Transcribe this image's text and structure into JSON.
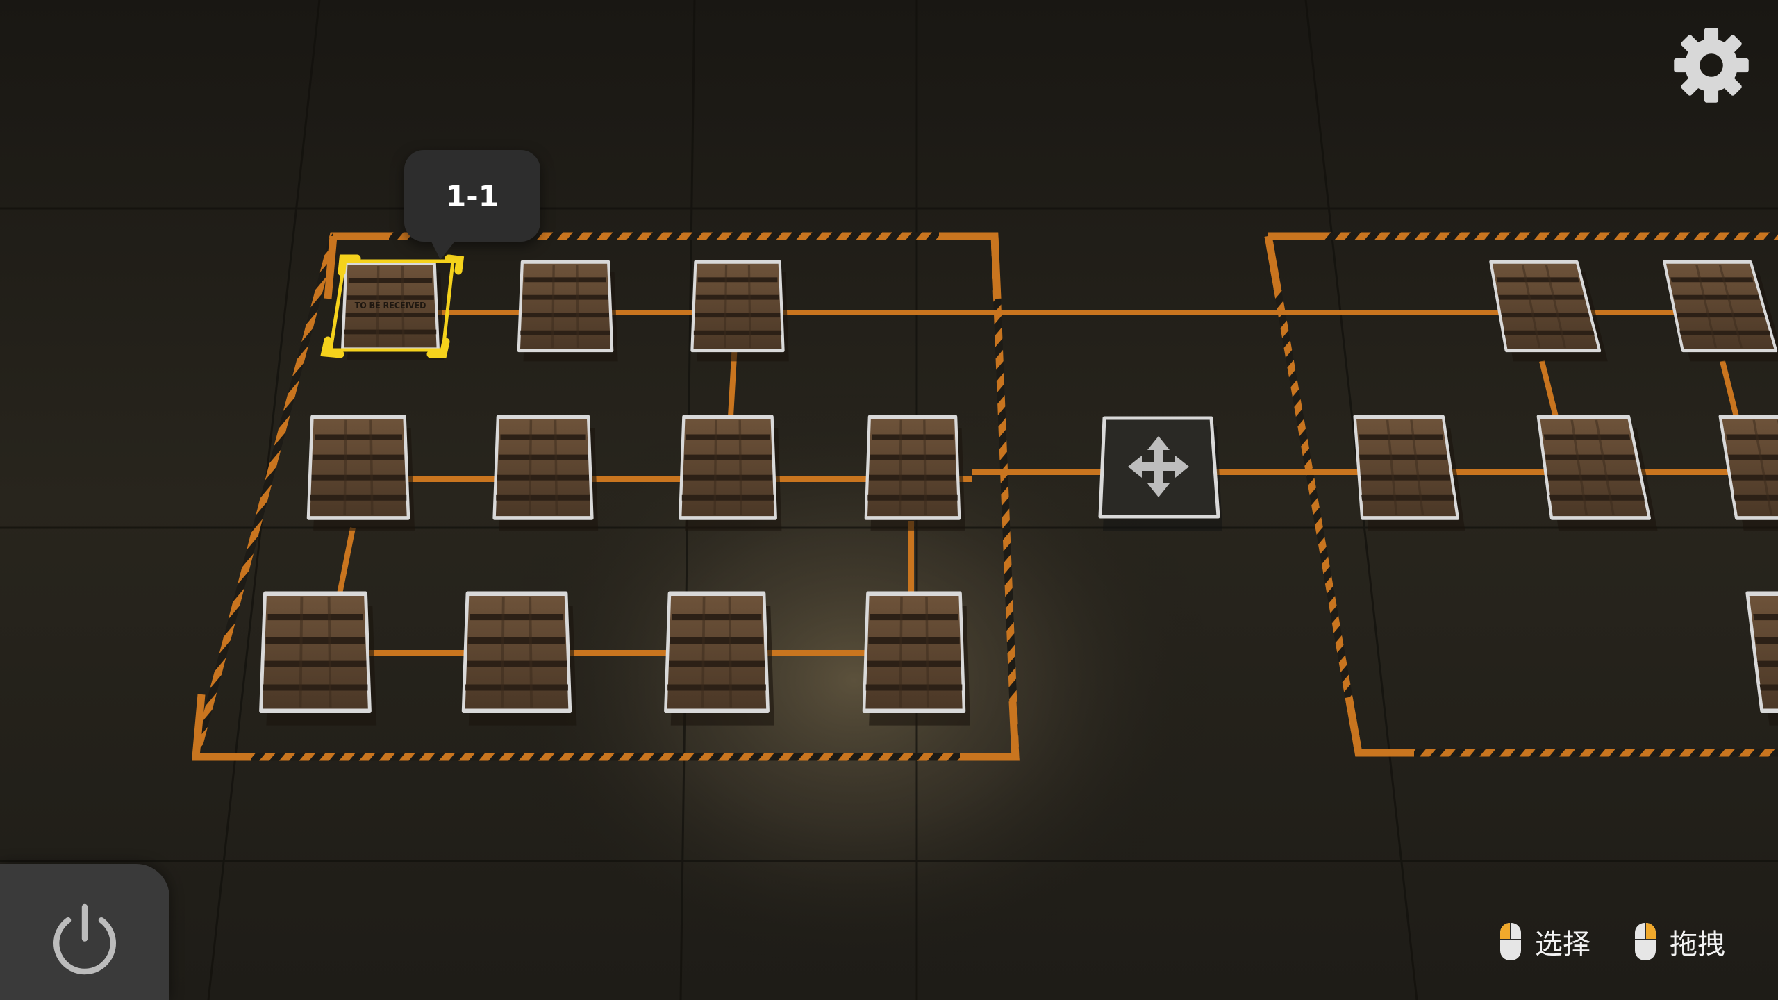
{
  "level_tooltip": {
    "label": "1-1"
  },
  "controls": {
    "select_label": "选择",
    "drag_label": "拖拽"
  },
  "crate_label": "TO BE RECEIVED",
  "icons": {
    "settings": "gear-icon",
    "power": "power-icon",
    "mouse_left": "mouse-left-click-icon",
    "mouse_right": "mouse-right-click-icon",
    "move": "move-arrows-icon"
  },
  "colors": {
    "hazard_orange": "#c9751f",
    "selection_yellow": "#f5d21c",
    "tile_border": "#d9d9d9",
    "tooltip_bg": "#2d2d2d",
    "panel_bg": "#3a3a3a",
    "mouse_highlight": "#f0a92c"
  }
}
